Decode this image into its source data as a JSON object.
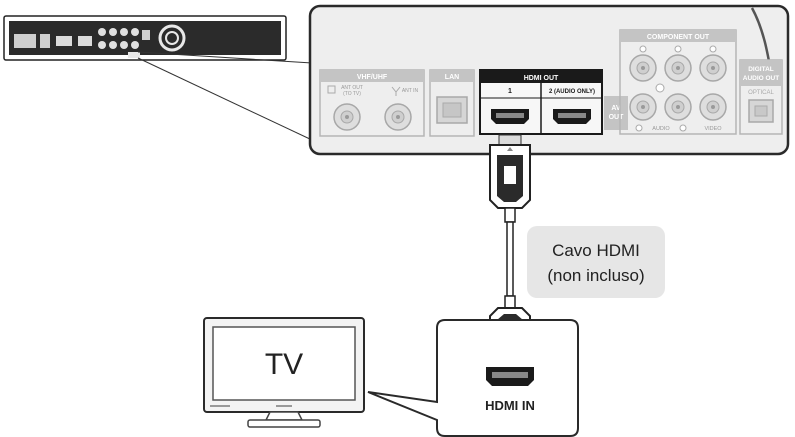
{
  "panel": {
    "vhf_uhf": "VHF/UHF",
    "ant_out_line1": "ANT OUT",
    "ant_out_line2": "(TO TV)",
    "ant_in": "ANT IN",
    "lan": "LAN",
    "hdmi_out": "HDMI OUT",
    "hdmi_port_1": "1",
    "hdmi_port_2": "2 (AUDIO ONLY)",
    "av_out_line1": "AV",
    "av_out_line2": "OUT",
    "component_out": "COMPONENT OUT",
    "audio": "AUDIO",
    "video": "VIDEO",
    "digital_audio_out_line1": "DIGITAL",
    "digital_audio_out_line2": "AUDIO OUT",
    "optical": "OPTICAL"
  },
  "cable": {
    "label_line1": "Cavo HDMI",
    "label_line2": "(non incluso)"
  },
  "tv": {
    "label": "TV",
    "input_label": "HDMI IN"
  },
  "colors": {
    "panel_fill": "#eeeeee",
    "outline": "#2a2a2a",
    "label_box": "#e6e6e6",
    "hdmi_header": "#1a1a1a",
    "port_gray": "#bdbdbd"
  }
}
